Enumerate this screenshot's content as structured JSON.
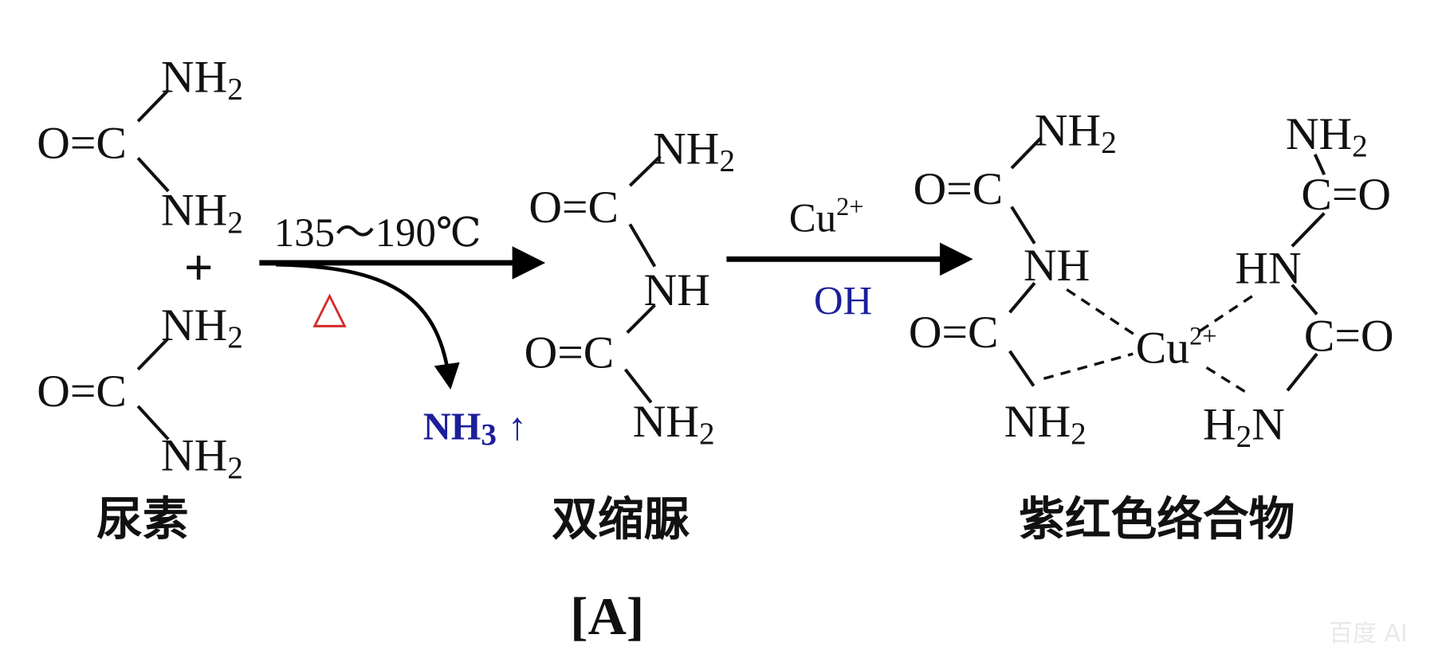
{
  "urea": {
    "nh2": "NH",
    "sub2": "2",
    "oc": "O=C",
    "label": "尿素",
    "plus": "+"
  },
  "step1": {
    "condition": "135～190℃",
    "heat": "△",
    "byproduct": "NH",
    "byproduct_sub": "3",
    "gas_arrow": "↑"
  },
  "biuret": {
    "nh2": "NH",
    "sub2": "2",
    "oc": "O=C",
    "nh": "NH",
    "label": "双缩脲"
  },
  "step2": {
    "reagent": "Cu",
    "reagent_sup": "2+",
    "base": "OH"
  },
  "complex": {
    "nh2": "NH",
    "sub2": "2",
    "oc": "O=C",
    "co": "C=O",
    "nh": "NH",
    "hn": "HN",
    "h": "H",
    "n": "N",
    "cu": "Cu",
    "cu_sup": "2+",
    "label": "紫红色络合物"
  },
  "figure_label": "[A]",
  "watermark": "百度 AI",
  "colors": {
    "heat": "#d42a2a",
    "blue": "#1c1e9a"
  }
}
